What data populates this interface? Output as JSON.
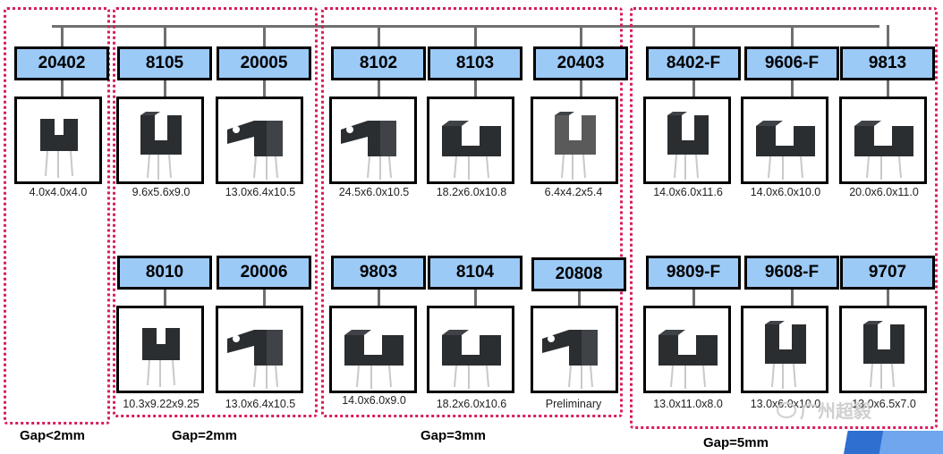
{
  "groups": [
    {
      "name": "gap-lt-2mm",
      "label": "Gap<2mm"
    },
    {
      "name": "gap-2mm",
      "label": "Gap=2mm"
    },
    {
      "name": "gap-3mm",
      "label": "Gap=3mm"
    },
    {
      "name": "gap-5mm",
      "label": "Gap=5mm"
    }
  ],
  "parts": [
    {
      "model": "20402",
      "dims": "4.0x4.0x4.0",
      "group": 0,
      "row": 0
    },
    {
      "model": "8105",
      "dims": "9.6x5.6x9.0",
      "group": 1,
      "row": 0
    },
    {
      "model": "20005",
      "dims": "13.0x6.4x10.5",
      "group": 1,
      "row": 0
    },
    {
      "model": "8010",
      "dims": "10.3x9.22x9.25",
      "group": 1,
      "row": 1
    },
    {
      "model": "20006",
      "dims": "13.0x6.4x10.5",
      "group": 1,
      "row": 1
    },
    {
      "model": "8102",
      "dims": "24.5x6.0x10.5",
      "group": 2,
      "row": 0
    },
    {
      "model": "8103",
      "dims": "18.2x6.0x10.8",
      "group": 2,
      "row": 0
    },
    {
      "model": "20403",
      "dims": "6.4x4.2x5.4",
      "group": 2,
      "row": 0
    },
    {
      "model": "9803",
      "dims": "14.0x6.0x9.0",
      "group": 2,
      "row": 1
    },
    {
      "model": "8104",
      "dims": "18.2x6.0x10.6",
      "group": 2,
      "row": 1
    },
    {
      "model": "20808",
      "dims": "Preliminary",
      "group": 2,
      "row": 1
    },
    {
      "model": "8402-F",
      "dims": "14.0x6.0x11.6",
      "group": 3,
      "row": 0
    },
    {
      "model": "9606-F",
      "dims": "14.0x6.0x10.0",
      "group": 3,
      "row": 0
    },
    {
      "model": "9813",
      "dims": "20.0x6.0x11.0",
      "group": 3,
      "row": 0
    },
    {
      "model": "9809-F",
      "dims": "13.0x11.0x8.0",
      "group": 3,
      "row": 1
    },
    {
      "model": "9608-F",
      "dims": "13.0x6.0x10.0",
      "group": 3,
      "row": 1
    },
    {
      "model": "9707",
      "dims": "13.0x6.5x7.0",
      "group": 3,
      "row": 1
    }
  ],
  "watermark": {
    "text": "广州超毅"
  }
}
